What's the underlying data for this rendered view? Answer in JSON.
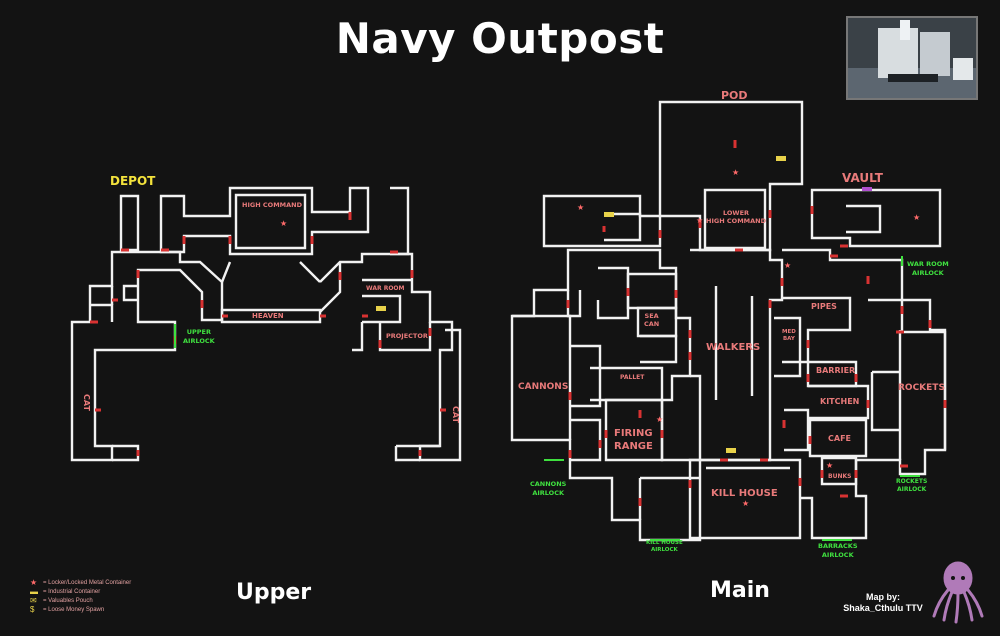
{
  "title": "Navy Outpost",
  "sections": {
    "upper": "Upper",
    "main": "Main"
  },
  "upper_labels": {
    "depot": "DEPOT",
    "high_command": "HIGH COMMAND",
    "heaven": "HEAVEN",
    "war_room": "WAR ROOM",
    "projector": "PROJECTOR",
    "upper_airlock": [
      "UPPER",
      "AIRLOCK"
    ],
    "cat_left": "CAT",
    "cat_right": "CAT"
  },
  "main_labels": {
    "pod": "POD",
    "vault": "VAULT",
    "lower_high_command": [
      "LOWER",
      "HIGH COMMAND"
    ],
    "war_room_airlock": [
      "WAR ROOM",
      "AIRLOCK"
    ],
    "sea_can": [
      "SEA",
      "CAN"
    ],
    "pipes": "PIPES",
    "med_bay": [
      "MED",
      "BAY"
    ],
    "walkers": "WALKERS",
    "cannons": "CANNONS",
    "pallet": "PALLET",
    "barrier": "BARRIER",
    "kitchen": "KITCHEN",
    "cafe": "CAFE",
    "rockets": "ROCKETS",
    "firing_range": [
      "FIRING",
      "RANGE"
    ],
    "kill_house": "KILL HOUSE",
    "bunks": "BUNKS",
    "cannons_airlock": [
      "CANNONS",
      "AIRLOCK"
    ],
    "rockets_airlock": [
      "ROCKETS",
      "AIRLOCK"
    ],
    "kill_house_airlock": [
      "KILL HOUSE",
      "AIRLOCK"
    ],
    "barracks_airlock": [
      "BARRACKS",
      "AIRLOCK"
    ]
  },
  "legend": [
    {
      "icon": "star-icon",
      "text": "= Locker/Locked Metal Container"
    },
    {
      "icon": "container-icon",
      "text": "= Industrial Container"
    },
    {
      "icon": "envelope-icon",
      "text": "= Valuables Pouch"
    },
    {
      "icon": "money-icon",
      "text": "= Loose Money Spawn"
    }
  ],
  "credit": [
    "Map by:",
    "Shaka_Cthulu TTV"
  ],
  "colors": {
    "background": "#131313",
    "walls": "#ffffff",
    "doors": "#d03030",
    "room_label": "#e87a7a",
    "airlock_label": "#3fe03f",
    "depot_label": "#f3e23c",
    "logo": "#b07ab8"
  }
}
